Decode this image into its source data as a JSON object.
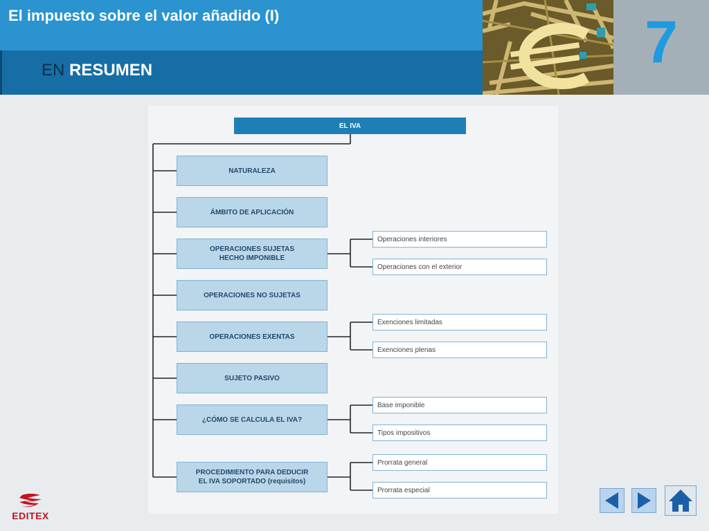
{
  "header": {
    "title": "El impuesto sobre el valor añadido (I)",
    "subtitle_first": "EN",
    "subtitle_rest": "RESUMEN",
    "chapter_number": "7"
  },
  "diagram": {
    "root": "EL IVA",
    "nodes": [
      {
        "label": [
          "NATURALEZA"
        ],
        "children": []
      },
      {
        "label": [
          "ÁMBITO DE APLICACIÓN"
        ],
        "children": []
      },
      {
        "label": [
          "OPERACIONES SUJETAS",
          "HECHO IMPONIBLE"
        ],
        "children": [
          "Operaciones interiores",
          "Operaciones con el exterior"
        ]
      },
      {
        "label": [
          "OPERACIONES NO SUJETAS"
        ],
        "children": []
      },
      {
        "label": [
          "OPERACIONES EXENTAS"
        ],
        "children": [
          "Exenciones limitadas",
          "Exenciones plenas"
        ]
      },
      {
        "label": [
          "SUJETO PASIVO"
        ],
        "children": []
      },
      {
        "label": [
          "¿CÓMO SE CALCULA EL IVA?"
        ],
        "children": [
          "Base imponible",
          "Tipos impositivos"
        ]
      },
      {
        "label": [
          "PROCEDIMIENTO PARA DEDUCIR",
          "EL IVA SOPORTADO (requisitos)"
        ],
        "children": [
          "Prorrata general",
          "Prorrata especial"
        ]
      }
    ]
  },
  "footer": {
    "logo_text": "EDITEX",
    "prev_icon": "triangle-left",
    "next_icon": "triangle-right",
    "home_icon": "house"
  },
  "colors": {
    "header_light": "#2a93d0",
    "header_dark": "#176ea6",
    "chapter_number": "#1e9be0",
    "root_box": "#1d7fb5",
    "main_box": "#bad6e9",
    "logo": "#c1121f"
  }
}
